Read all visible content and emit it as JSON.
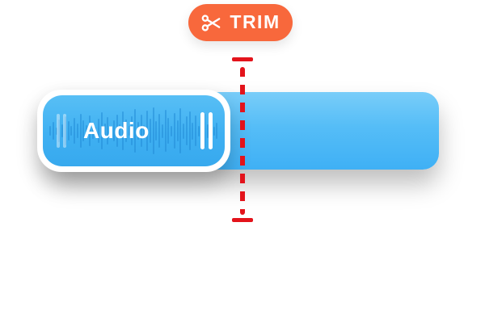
{
  "badge": {
    "label": "TRIM",
    "icon": "scissors-icon",
    "bg_color": "#F8683C",
    "text_color": "#FFFFFF"
  },
  "trim_line": {
    "color": "#E3131B",
    "style": "vertical-dashed-with-end-caps"
  },
  "timeline": {
    "track": {
      "color_top": "#79CDF9",
      "color_bottom": "#3FB0F5"
    },
    "clip": {
      "label": "Audio",
      "border_color": "#FFFFFF",
      "color_top": "#58BFF5",
      "color_bottom": "#37A9EE",
      "waveform_color": "#238CD7",
      "handles": {
        "left": "drag-handle-icon",
        "right": "drag-handle-icon"
      },
      "waveform_bars": [
        12,
        22,
        9,
        28,
        16,
        36,
        24,
        12,
        32,
        18,
        42,
        26,
        14,
        38,
        20,
        10,
        30,
        46,
        18,
        34,
        13,
        26,
        40,
        16,
        48,
        28,
        12,
        36,
        54,
        22,
        40,
        15,
        50,
        30,
        58,
        24,
        42,
        17,
        52,
        32,
        13,
        44,
        26,
        56,
        19,
        36,
        48,
        21,
        38,
        13,
        30,
        42,
        17,
        26,
        11,
        20
      ]
    }
  }
}
